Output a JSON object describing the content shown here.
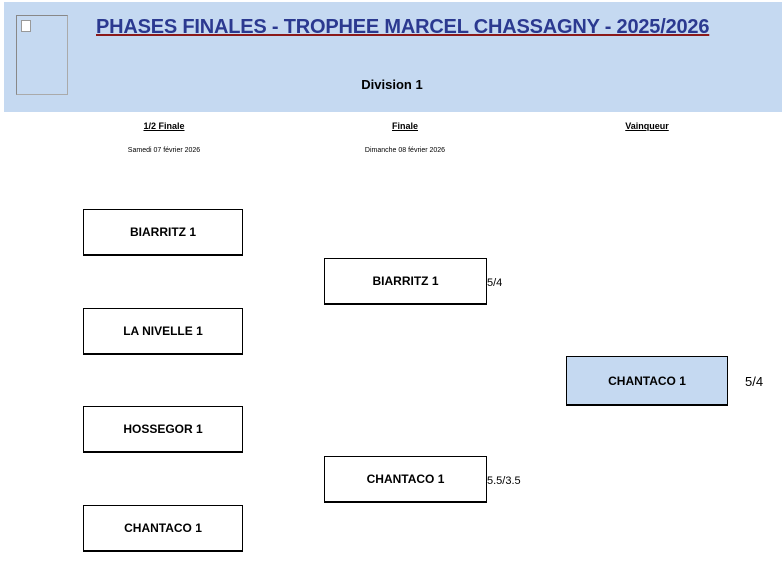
{
  "header": {
    "title": "PHASES FINALES - TROPHEE MARCEL CHASSAGNY - 2025/2026",
    "division": "Division 1"
  },
  "columns": [
    {
      "label": "1/2 Finale",
      "date": "Samedi 07 février 2026"
    },
    {
      "label": "Finale",
      "date": "Dimanche 08 février 2026"
    },
    {
      "label": "Vainqueur"
    }
  ],
  "semifinals": [
    "BIARRITZ 1",
    "LA NIVELLE 1",
    "HOSSEGOR 1",
    "CHANTACO 1"
  ],
  "finals": [
    {
      "team": "BIARRITZ 1",
      "score": "5/4"
    },
    {
      "team": "CHANTACO 1",
      "score": "5.5/3.5"
    }
  ],
  "winner": {
    "team": "CHANTACO 1",
    "score": "5/4"
  },
  "colors": {
    "band": "#c5d9f1",
    "title": "#2b3990"
  }
}
